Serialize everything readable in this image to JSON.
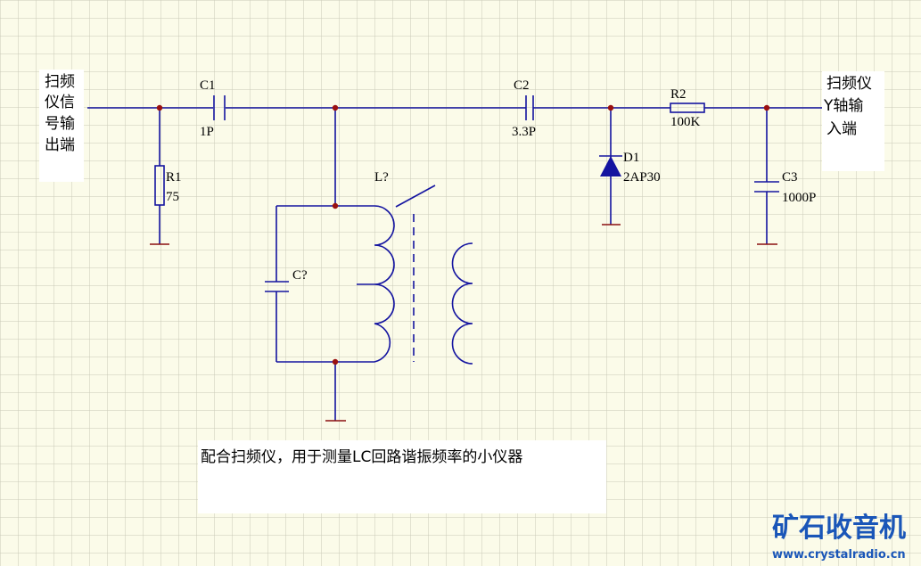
{
  "labels": {
    "input_line1": "扫频",
    "input_line2": "仪信",
    "input_line3": "号输",
    "input_line4": "出端",
    "output_line1": "扫频仪",
    "output_line2": "Y轴输",
    "output_line3": "入端",
    "c1_name": "C1",
    "c1_value": "1P",
    "c2_name": "C2",
    "c2_value": "3.3P",
    "r1_name": "R1",
    "r1_value": "75",
    "r2_name": "R2",
    "r2_value": "100K",
    "d1_name": "D1",
    "d1_value": "2AP30",
    "c3_name": "C3",
    "c3_value": "1000P",
    "l_name": "L?",
    "c_tune_name": "C?",
    "caption": "配合扫频仪，用于测量LC回路谐振频率的小仪器"
  },
  "watermark": {
    "logo_text": "矿石收音机",
    "url": "www.crystalradio.cn"
  },
  "colors": {
    "wire": "#1414a0",
    "ground": "#8b1010",
    "junction": "#9a1010",
    "grid": "#c9c9b8",
    "background": "#fbfbe9",
    "logo": "#1a56b8"
  }
}
